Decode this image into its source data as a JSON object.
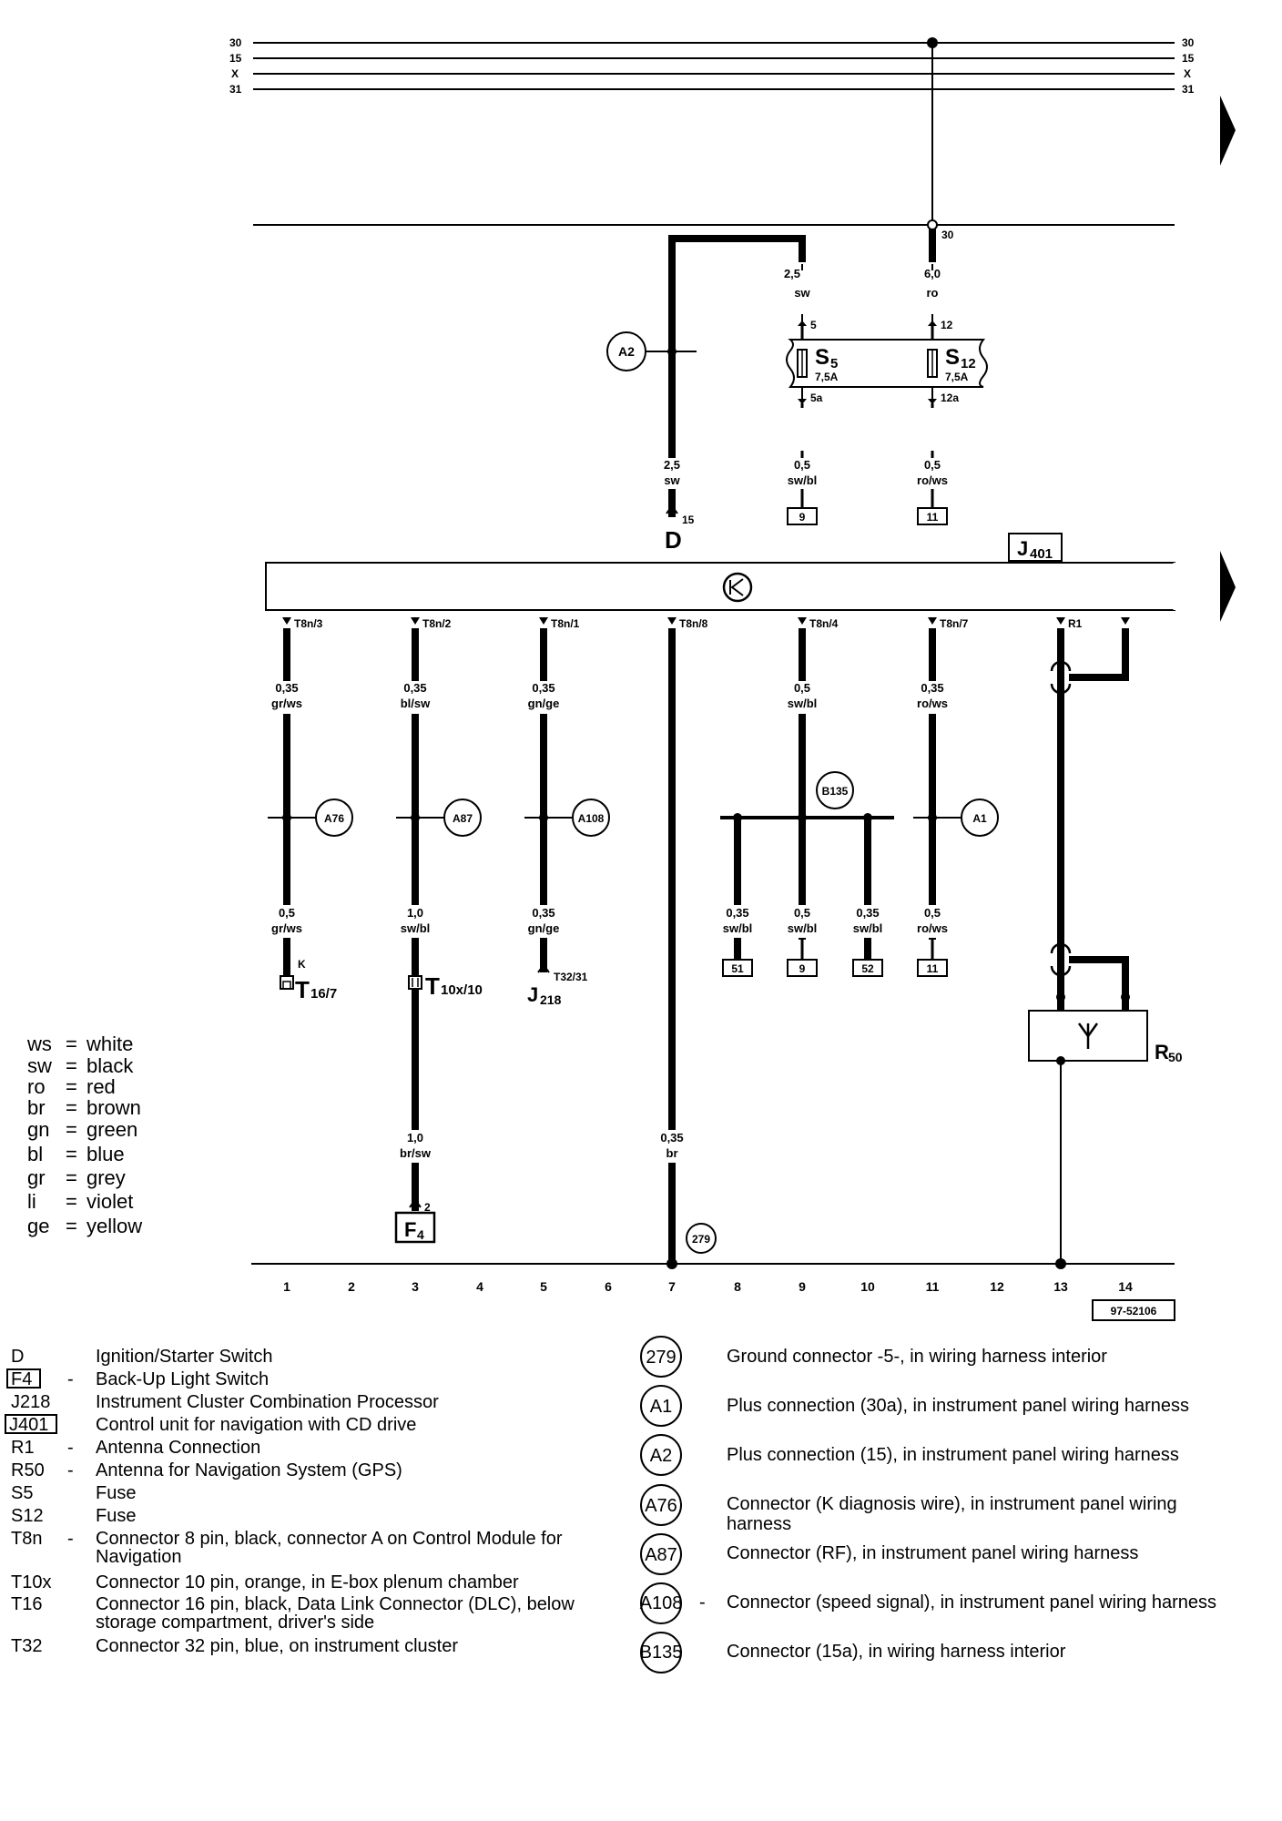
{
  "rails": {
    "left": [
      "30",
      "15",
      "X",
      "31"
    ],
    "right": [
      "30",
      "15",
      "X",
      "31"
    ]
  },
  "upper": {
    "term30": "30",
    "w1": [
      "2,5",
      "sw"
    ],
    "w2": [
      "6,0",
      "ro"
    ],
    "s5": {
      "pin_top": "5",
      "pin_bot": "5a",
      "name": "S",
      "sub": "5",
      "rating": "7,5A"
    },
    "s12": {
      "pin_top": "12",
      "pin_bot": "12a",
      "name": "S",
      "sub": "12",
      "rating": "7,5A"
    },
    "a2": "A2",
    "w3": [
      "2,5",
      "sw"
    ],
    "w4": [
      "0,5",
      "sw/bl"
    ],
    "w5": [
      "0,5",
      "ro/ws"
    ],
    "d_pin": "15",
    "d_name": "D",
    "ref9": "9",
    "ref11": "11"
  },
  "module": {
    "name": "J",
    "sub": "401",
    "pins": [
      "T8n/3",
      "T8n/2",
      "T8n/1",
      "T8n/8",
      "T8n/4",
      "T8n/7",
      "R1"
    ]
  },
  "lower": {
    "top_wires": [
      [
        "0,35",
        "gr/ws"
      ],
      [
        "0,35",
        "bl/sw"
      ],
      [
        "0,35",
        "gn/ge"
      ],
      [
        "0,5",
        "sw/bl"
      ],
      [
        "0,35",
        "ro/ws"
      ]
    ],
    "circles": [
      "A76",
      "A87",
      "A108",
      "B135",
      "A1"
    ],
    "bot_wires": [
      [
        "0,5",
        "gr/ws"
      ],
      [
        "1,0",
        "sw/bl"
      ],
      [
        "0,35",
        "gn/ge"
      ],
      [
        "0,35",
        "sw/bl"
      ],
      [
        "0,5",
        "sw/bl"
      ],
      [
        "0,35",
        "sw/bl"
      ],
      [
        "0,5",
        "ro/ws"
      ]
    ],
    "t16": {
      "pin": "K",
      "name": "T",
      "sub": "16/7"
    },
    "t10": {
      "name": "T",
      "sub": "10x/10"
    },
    "t32": {
      "pin": "T32/31",
      "name": "J",
      "sub": "218"
    },
    "refs": [
      "51",
      "9",
      "52",
      "11"
    ],
    "w_br_sw": [
      "1,0",
      "br/sw"
    ],
    "f4_pin": "2",
    "f4": {
      "name": "F",
      "sub": "4"
    },
    "w_br": [
      "0,35",
      "br"
    ],
    "g279": "279",
    "r50": {
      "name": "R",
      "sub": "50"
    },
    "antenna_symbol": "Y"
  },
  "scale": [
    "1",
    "2",
    "3",
    "4",
    "5",
    "6",
    "7",
    "8",
    "9",
    "10",
    "11",
    "12",
    "13",
    "14"
  ],
  "drawing_no": "97-52106",
  "color_legend": [
    {
      "code": "ws",
      "name": "white"
    },
    {
      "code": "sw",
      "name": "black"
    },
    {
      "code": "ro",
      "name": "red"
    },
    {
      "code": "br",
      "name": "brown"
    },
    {
      "code": "gn",
      "name": "green"
    },
    {
      "code": "bl",
      "name": "blue"
    },
    {
      "code": "gr",
      "name": "grey"
    },
    {
      "code": "li",
      "name": "violet"
    },
    {
      "code": "ge",
      "name": "yellow"
    }
  ],
  "components": [
    {
      "code": "D",
      "dash": "",
      "desc": "Ignition/Starter Switch"
    },
    {
      "code": "F4",
      "dash": "-",
      "desc": "Back-Up Light Switch"
    },
    {
      "code": "J218",
      "dash": "",
      "desc": "Instrument Cluster Combination Processor"
    },
    {
      "code": "J401",
      "dash": "",
      "desc": "Control unit for navigation with CD drive"
    },
    {
      "code": "R1",
      "dash": "-",
      "desc": "Antenna Connection"
    },
    {
      "code": "R50",
      "dash": "-",
      "desc": "Antenna for Navigation System (GPS)"
    },
    {
      "code": "S5",
      "dash": "",
      "desc": "Fuse"
    },
    {
      "code": "S12",
      "dash": "",
      "desc": "Fuse"
    },
    {
      "code": "T8n",
      "dash": "-",
      "desc": "Connector 8 pin, black, connector A on Control Module for",
      "desc2": "Navigation"
    },
    {
      "code": "T10x",
      "dash": "",
      "desc": "Connector 10 pin, orange, in E-box plenum chamber"
    },
    {
      "code": "T16",
      "dash": "",
      "desc": "Connector 16 pin, black, Data Link Connector (DLC), below",
      "desc2": "storage compartment, driver's side"
    },
    {
      "code": "T32",
      "dash": "",
      "desc": "Connector 32 pin, blue, on instrument cluster"
    }
  ],
  "connections": [
    {
      "code": "279",
      "dash": "",
      "desc": "Ground connector -5-, in wiring harness interior"
    },
    {
      "code": "A1",
      "dash": "",
      "desc": "Plus connection (30a), in instrument panel wiring harness"
    },
    {
      "code": "A2",
      "dash": "",
      "desc": "Plus connection (15), in instrument panel wiring harness"
    },
    {
      "code": "A76",
      "dash": "",
      "desc": "Connector (K diagnosis wire), in instrument panel wiring",
      "desc2": "harness"
    },
    {
      "code": "A87",
      "dash": "",
      "desc": "Connector (RF), in instrument panel wiring harness"
    },
    {
      "code": "A108",
      "dash": "-",
      "desc": "Connector (speed signal), in instrument panel wiring harness"
    },
    {
      "code": "B135",
      "dash": "",
      "desc": "Connector (15a), in wiring harness interior"
    }
  ]
}
